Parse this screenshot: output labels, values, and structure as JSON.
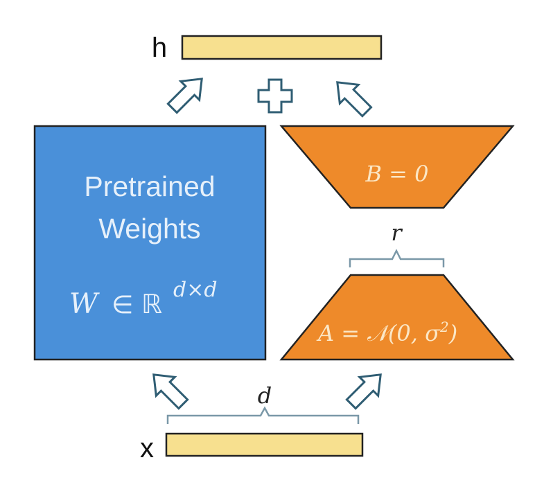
{
  "diagram": {
    "output_label": "h",
    "input_label": "x",
    "pretrained": {
      "line1": "Pretrained",
      "line2": "Weights",
      "formula_W": "W",
      "formula_in": "∈",
      "formula_R": "ℝ",
      "formula_exp": "d×d"
    },
    "matrix_B": "B = 0",
    "matrix_A_main": "A = 𝒩(0, σ",
    "matrix_A_sup": "2",
    "matrix_A_close": ")",
    "rank_label": "r",
    "dim_label": "d",
    "plus_symbol": "+"
  },
  "colors": {
    "pretrained_fill": "#4a90d9",
    "adapter_fill": "#ee8a2a",
    "vector_fill": "#f7e08f",
    "outline": "#222222",
    "arrow_stroke": "#2f5d73",
    "brace": "#7a98a8",
    "math_text_on_orange": "#fbe7c6"
  }
}
